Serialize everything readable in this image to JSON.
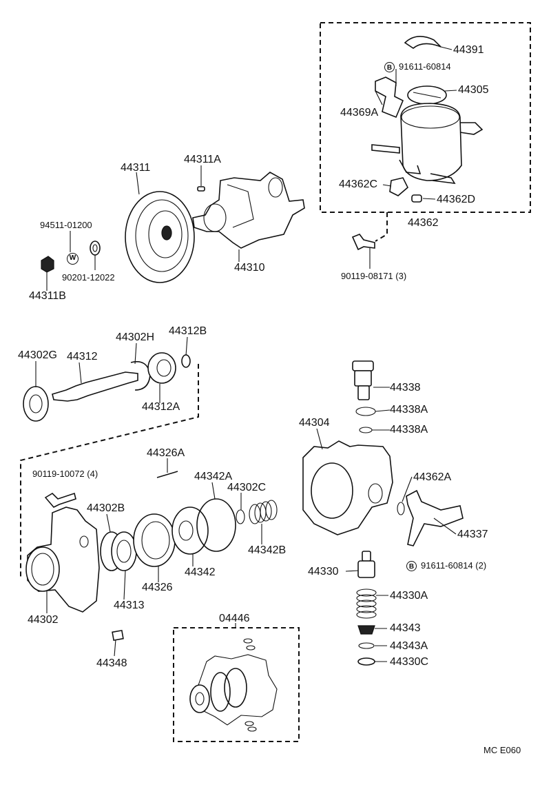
{
  "parts": {
    "p44391": "44391",
    "p91611_60814": "91611-60814",
    "p44305": "44305",
    "p44369A": "44369A",
    "p44362C": "44362C",
    "p44362D": "44362D",
    "p44362": "44362",
    "p90119_08171": "90119-08171 (3)",
    "p44311": "44311",
    "p44311A": "44311A",
    "p44310": "44310",
    "p94511_01200": "94511-01200",
    "p90201_12022": "90201-12022",
    "p44311B": "44311B",
    "p44302G": "44302G",
    "p44312": "44312",
    "p44302H": "44302H",
    "p44312B": "44312B",
    "p44312A": "44312A",
    "p44338": "44338",
    "p44338A_1": "44338A",
    "p44338A_2": "44338A",
    "p44304": "44304",
    "p44326A": "44326A",
    "p90119_10072": "90119-10072 (4)",
    "p44342A": "44342A",
    "p44302C": "44302C",
    "p44302B": "44302B",
    "p44362A": "44362A",
    "p44337": "44337",
    "p44342B": "44342B",
    "p91611_60814_2": "91611-60814 (2)",
    "p44342": "44342",
    "p44326": "44326",
    "p44313": "44313",
    "p44330": "44330",
    "p44330A": "44330A",
    "p44302": "44302",
    "p44343": "44343",
    "p04446": "04446",
    "p44343A": "44343A",
    "p44330C": "44330C",
    "p44348": "44348"
  },
  "symbols": {
    "bolt_mark": "B",
    "washer_mark": "W"
  },
  "footer_code": "MC  E060"
}
